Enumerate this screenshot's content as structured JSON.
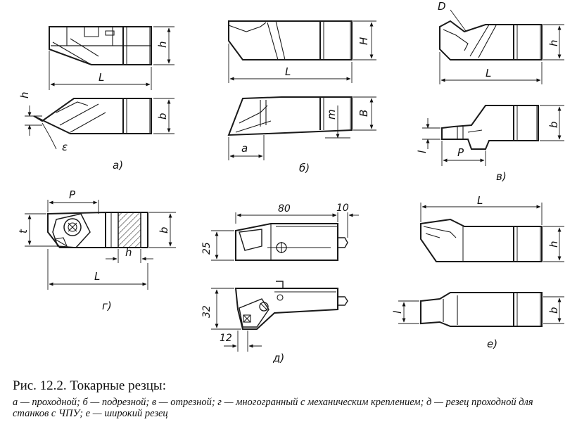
{
  "figure": {
    "views": {
      "a": {
        "sub": "а)",
        "dims": [
          "h",
          "L",
          "h",
          "b",
          "ε"
        ]
      },
      "b": {
        "sub": "б)",
        "dims": [
          "H",
          "L",
          "m",
          "B",
          "a"
        ]
      },
      "v": {
        "sub": "в)",
        "dims": [
          "D",
          "h",
          "L",
          "l",
          "P",
          "b"
        ]
      },
      "g": {
        "sub": "г)",
        "dims": [
          "P",
          "t",
          "b",
          "h",
          "L"
        ]
      },
      "d": {
        "sub": "д)",
        "dims": [
          "80",
          "10",
          "25",
          "32",
          "12"
        ]
      },
      "e": {
        "sub": "е)",
        "dims": [
          "L",
          "h",
          "l",
          "b"
        ]
      }
    }
  },
  "caption": {
    "title": "Рис. 12.2. Токарные резцы:",
    "text": "а — проходной; б — подрезной; в — отрезной; г — многогранный с механическим креплением; д — резец проходной для станков с ЧПУ; е — широкий резец"
  }
}
